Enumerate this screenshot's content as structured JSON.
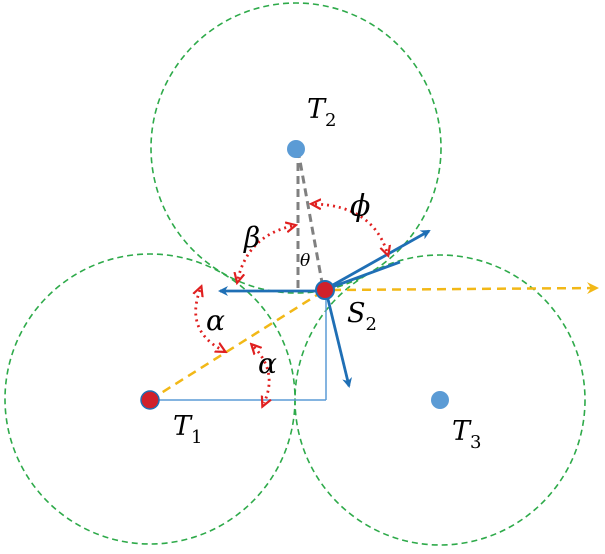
{
  "labels": {
    "t1": {
      "main": "T",
      "sub": "1"
    },
    "t2": {
      "main": "T",
      "sub": "2"
    },
    "t3": {
      "main": "T",
      "sub": "3"
    },
    "s2": {
      "main": "S",
      "sub": "2"
    },
    "alpha": "α",
    "beta": "β",
    "phi": "ϕ",
    "theta": "θ"
  },
  "colors": {
    "coverage_circle": "#2eaa4a",
    "target_node": "#5b9bd5",
    "sensor_node": "#d0202a",
    "vector": "#1f6fb5",
    "angle_arc": "#e02020",
    "dashed_gray": "#808080",
    "dashed_yellow": "#f2b817",
    "helper_line": "#5b9bd5"
  },
  "icons": {
    "target": "filled-circle-blue",
    "sensor": "filled-circle-red-blue-outline",
    "arc_ends": "double-arrowhead"
  }
}
